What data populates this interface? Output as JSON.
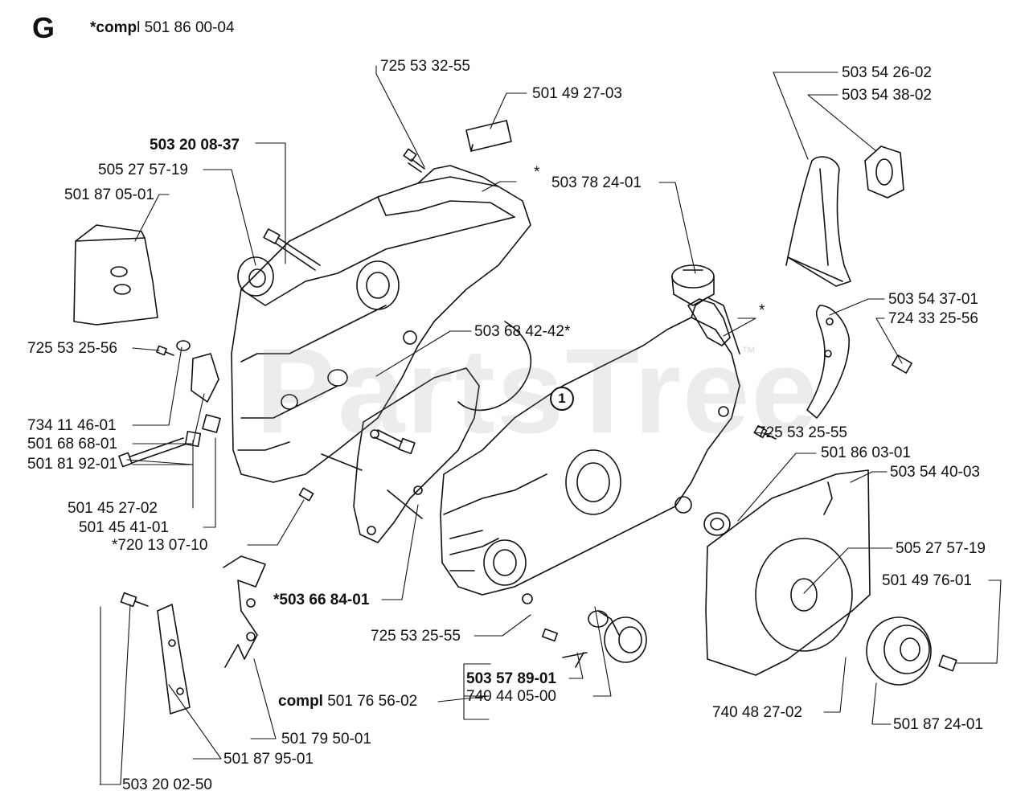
{
  "header": {
    "section_letter": "G",
    "compl_prefix": "*comp",
    "compl_suffix": "l 501 86 00-04"
  },
  "watermark": {
    "text": "PartsTree",
    "tm": "™"
  },
  "callout": {
    "number": "1"
  },
  "labels": {
    "p725533255": "725 53 32-55",
    "p501492703": "501 49 27-03",
    "p503200837": "503 20 08-37",
    "p505275719a": "505 27 57-19",
    "p501870501": "501 87 05-01",
    "p503542602": "503 54 26-02",
    "p503543802": "503 54 38-02",
    "p503782401": "503 78 24-01",
    "p503543701": "503 54 37-01",
    "p724332556": "724 33 25-56",
    "p725532556": "725 53 25-56",
    "p503684242": "503 68 42-42*",
    "p734114601": "734 11 46-01",
    "p501686801": "501 68 68-01",
    "p501819201": "501 81 92-01",
    "p725532555a": "725 53 25-55",
    "p501860301": "501 86 03-01",
    "p503544003": "503 54 40-03",
    "p501452702": "501 45 27-02",
    "p501454101": "501 45 41-01",
    "p720130710": "*720 13 07-10",
    "p505275719b": "505 27 57-19",
    "p501497601": "501 49 76-01",
    "p503668401": "*503 66 84-01",
    "p725532555b": "725 53 25-55",
    "p503578901": "503 57 89-01",
    "p740440500": "740 44 05-00",
    "compl_bold": "compl",
    "p501765602": " 501 76 56-02",
    "p740482702": "740 48 27-02",
    "p501872401": "501 87 24-01",
    "p501795001": "501 79 50-01",
    "p501879501": "501 87 95-01",
    "p503200250": "503 20 02-50",
    "star1": "*",
    "star2": "*"
  }
}
